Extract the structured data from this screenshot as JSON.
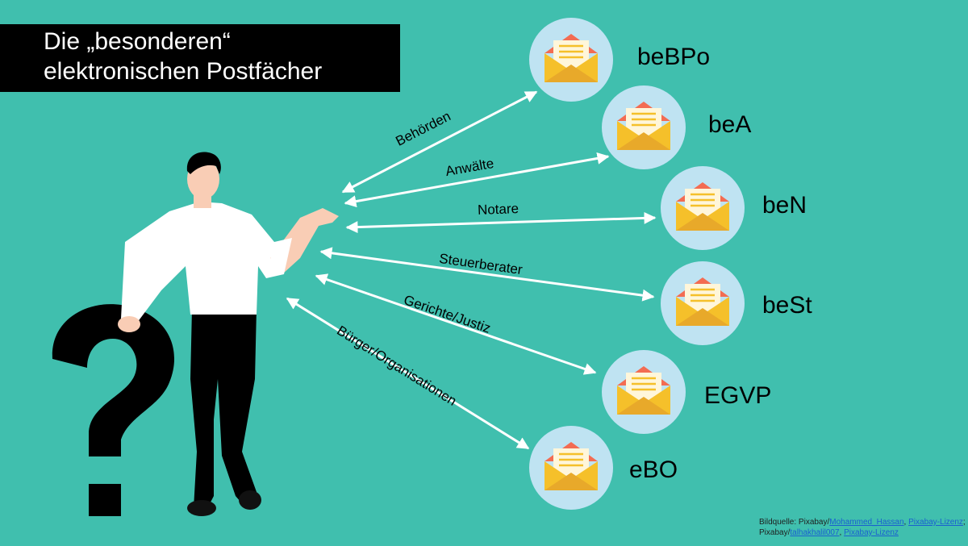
{
  "title": {
    "line1": "Die „besonderen“",
    "line2": "elektronischen Postfächer"
  },
  "mailboxes": [
    {
      "label": "beBPo",
      "connection": "Behörden"
    },
    {
      "label": "beA",
      "connection": "Anwälte"
    },
    {
      "label": "beN",
      "connection": "Notare"
    },
    {
      "label": "beSt",
      "connection": "Steuerberater"
    },
    {
      "label": "EGVP",
      "connection": "Gerichte/Justiz"
    },
    {
      "label": "eBO",
      "connection": "Bürger/Organisationen"
    }
  ],
  "source": {
    "prefix1": "Bildquelle: Pixabay/",
    "author1": "Mohammed_Hassan",
    "sep1": ", ",
    "license1": "Pixabay-Lizenz",
    "suffix1": ";",
    "prefix2": "Pixabay/",
    "author2": "talhakhalil007",
    "sep2": ", ",
    "license2": "Pixabay-Lizenz"
  },
  "colors": {
    "background": "#40BFAE",
    "circle": "#BFE3F2",
    "envelope": "#F5C02A",
    "envelope_flap": "#F36C52",
    "letter": "#FFF6DA",
    "figure_shirt": "#FFFFFF",
    "figure_pants": "#000000",
    "skin": "#F9CDB5"
  }
}
